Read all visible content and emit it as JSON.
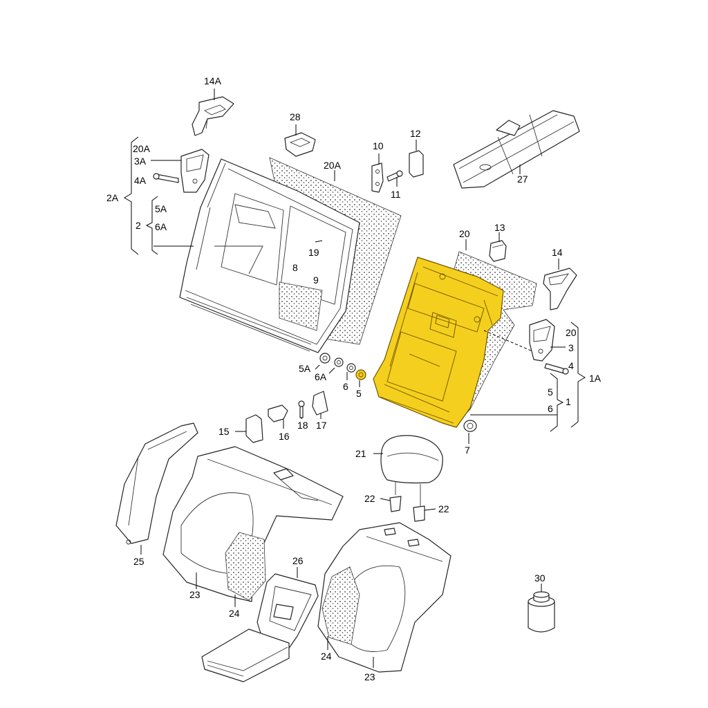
{
  "diagram": {
    "highlight_color": "#f5cf1d",
    "callouts": {
      "p14A": "14A",
      "p28": "28",
      "p10": "10",
      "p12": "12",
      "p11": "11",
      "p20A_a": "20A",
      "p20A_b": "20A",
      "p3A": "3A",
      "p4A": "4A",
      "p2A": "2A",
      "p5A_a": "5A",
      "p6A_a": "6A",
      "p2": "2",
      "p19": "19",
      "p8": "8",
      "p9": "9",
      "p27": "27",
      "p20": "20",
      "p13": "13",
      "p14": "14",
      "p20_b": "20",
      "p3": "3",
      "p4": "4",
      "p1A": "1A",
      "p5_r": "5",
      "p6_r": "6",
      "p1": "1",
      "p5A_b": "5A",
      "p6A_b": "6A",
      "p6": "6",
      "p5": "5",
      "p7": "7",
      "p15": "15",
      "p16": "16",
      "p18": "18",
      "p17": "17",
      "p21": "21",
      "p22_a": "22",
      "p22_b": "22",
      "p25": "25",
      "p26": "26",
      "p23_a": "23",
      "p24_a": "24",
      "p24_b": "24",
      "p23_b": "23",
      "p30": "30"
    }
  }
}
